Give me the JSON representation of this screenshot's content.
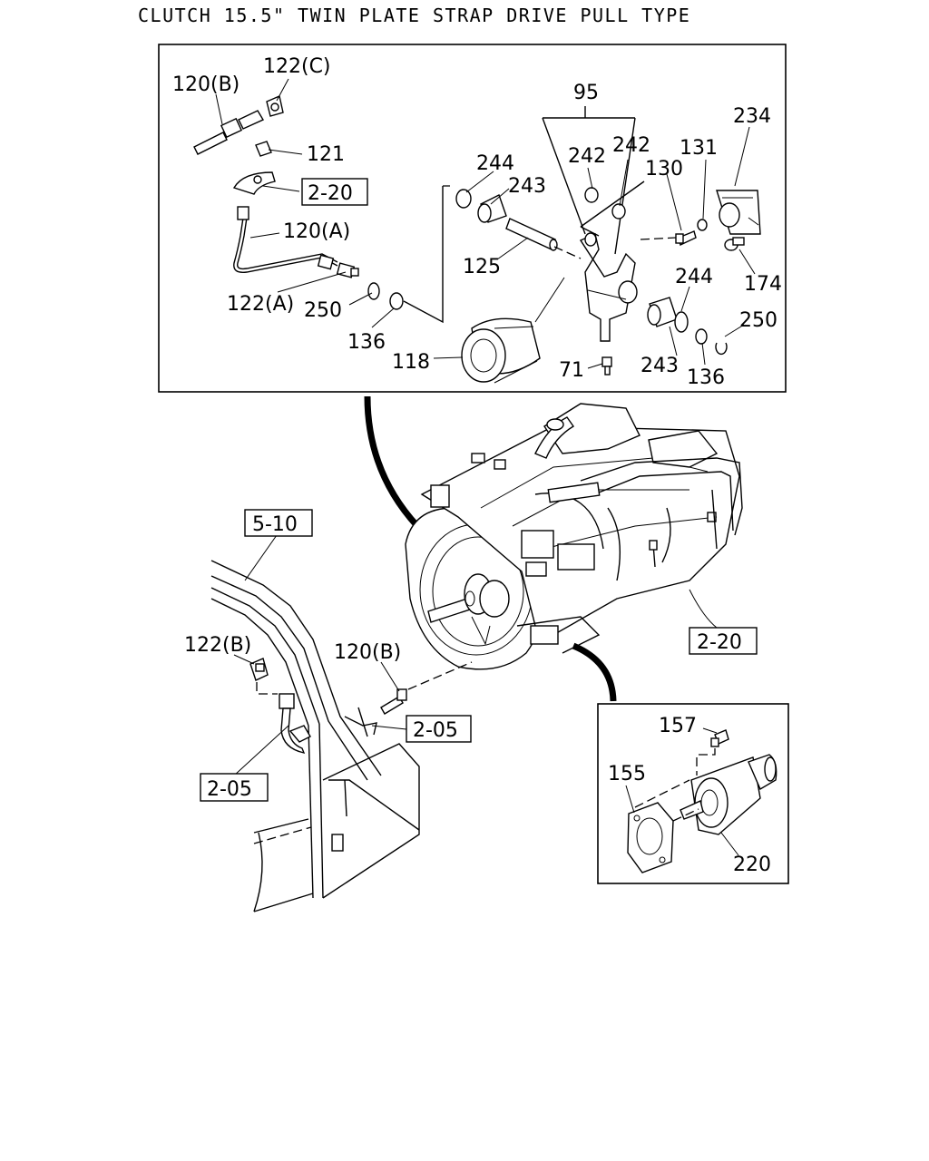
{
  "title": "CLUTCH 15.5\" TWIN PLATE STRAP DRIVE PULL TYPE",
  "labels": {
    "p120b_top": "120(B)",
    "p122c": "122(C)",
    "p121": "121",
    "p120a": "120(A)",
    "p122a": "122(A)",
    "p250_left": "250",
    "p136_left": "136",
    "p118": "118",
    "p244_top": "244",
    "p243_top": "243",
    "p125": "125",
    "p95": "95",
    "p242_a": "242",
    "p242_b": "242",
    "p130": "130",
    "p131": "131",
    "p234": "234",
    "p174": "174",
    "p244_right": "244",
    "p250_right": "250",
    "p243_bottom": "243",
    "p136_right": "136",
    "p71": "71",
    "p122b_low": "122(B)",
    "p120b_low": "120(B)",
    "p157": "157",
    "p155": "155",
    "p220": "220"
  },
  "refs": {
    "r220_top": "2-20",
    "r510": "5-10",
    "r220_right": "2-20",
    "r205_mid": "2-05",
    "r205_left": "2-05"
  }
}
